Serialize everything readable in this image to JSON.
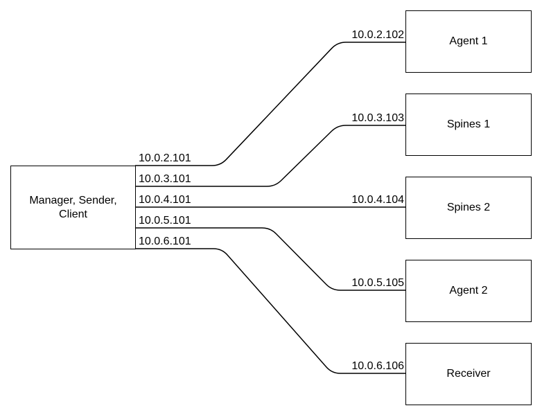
{
  "canvas": {
    "background_color": "#ffffff",
    "stroke_color": "#000000",
    "text_color": "#000000"
  },
  "manager_node": {
    "lines": [
      "Manager, Sender,",
      "Client"
    ]
  },
  "links": [
    {
      "node": "Agent 1",
      "manager_ip": "10.0.2.101",
      "node_ip": "10.0.2.102"
    },
    {
      "node": "Spines 1",
      "manager_ip": "10.0.3.101",
      "node_ip": "10.0.3.103"
    },
    {
      "node": "Spines 2",
      "manager_ip": "10.0.4.101",
      "node_ip": "10.0.4.104"
    },
    {
      "node": "Agent 2",
      "manager_ip": "10.0.5.101",
      "node_ip": "10.0.5.105"
    },
    {
      "node": "Receiver",
      "manager_ip": "10.0.6.101",
      "node_ip": "10.0.6.106"
    }
  ]
}
